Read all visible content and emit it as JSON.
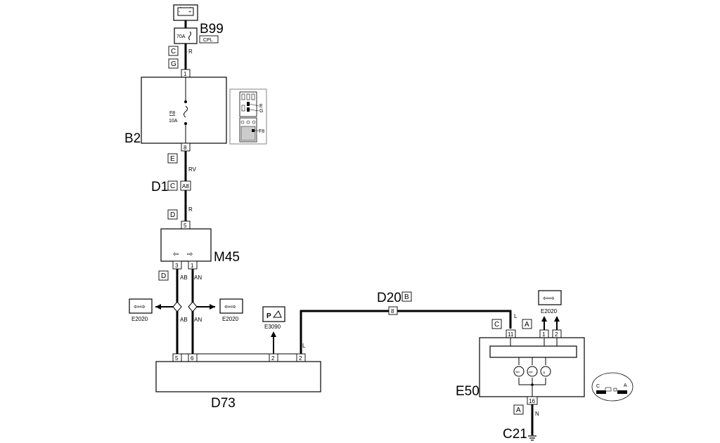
{
  "components": {
    "b99": {
      "label": "B99",
      "fuse": "70A",
      "tag": "CPL"
    },
    "b2": {
      "label": "B2",
      "fuse_id": "F8",
      "fuse_rating": "10A",
      "inset_a": "E",
      "inset_b": "G",
      "inset_c": "F8"
    },
    "d1": {
      "label": "D1",
      "code": "C",
      "pin": "A8"
    },
    "m45": {
      "label": "M45"
    },
    "d73": {
      "label": "D73"
    },
    "d20": {
      "label": "D20",
      "code": "B",
      "pin": "8"
    },
    "e50": {
      "label": "E50"
    },
    "c21": {
      "label": "C21"
    },
    "e3090": {
      "label": "E3090",
      "icon_text": "P"
    },
    "e2020_left": {
      "label": "E2020"
    },
    "e2020_mid": {
      "label": "E2020"
    },
    "e2020_right": {
      "label": "E2020"
    },
    "connector_view": {
      "left": "C",
      "right": "A"
    }
  },
  "connector_codes": {
    "b99_c": "C",
    "b2_g": "G",
    "b2_e": "E",
    "m45_d_top": "D",
    "m45_d_bot": "D",
    "e50_c": "C",
    "e50_a_top": "A",
    "e50_a_bot": "A"
  },
  "wire_colors": {
    "b99_b2": "R",
    "b2_d1": "RV",
    "d1_m45": "R",
    "m45_3": "AB",
    "m45_1": "AN",
    "d73_5": "AB",
    "d73_6": "AN",
    "d73_d20": "L",
    "d20_e50": "L",
    "e50_c21": "N"
  },
  "pins": {
    "b2_in": "1",
    "b2_out": "8",
    "m45_in": "5",
    "m45_out_a": "3",
    "m45_out_b": "1",
    "d73_a": "5",
    "d73_b": "6",
    "d73_c": "2",
    "d73_d": "2",
    "e50_in": "11",
    "e50_a": "1",
    "e50_b": "2",
    "e50_gnd": "16"
  }
}
